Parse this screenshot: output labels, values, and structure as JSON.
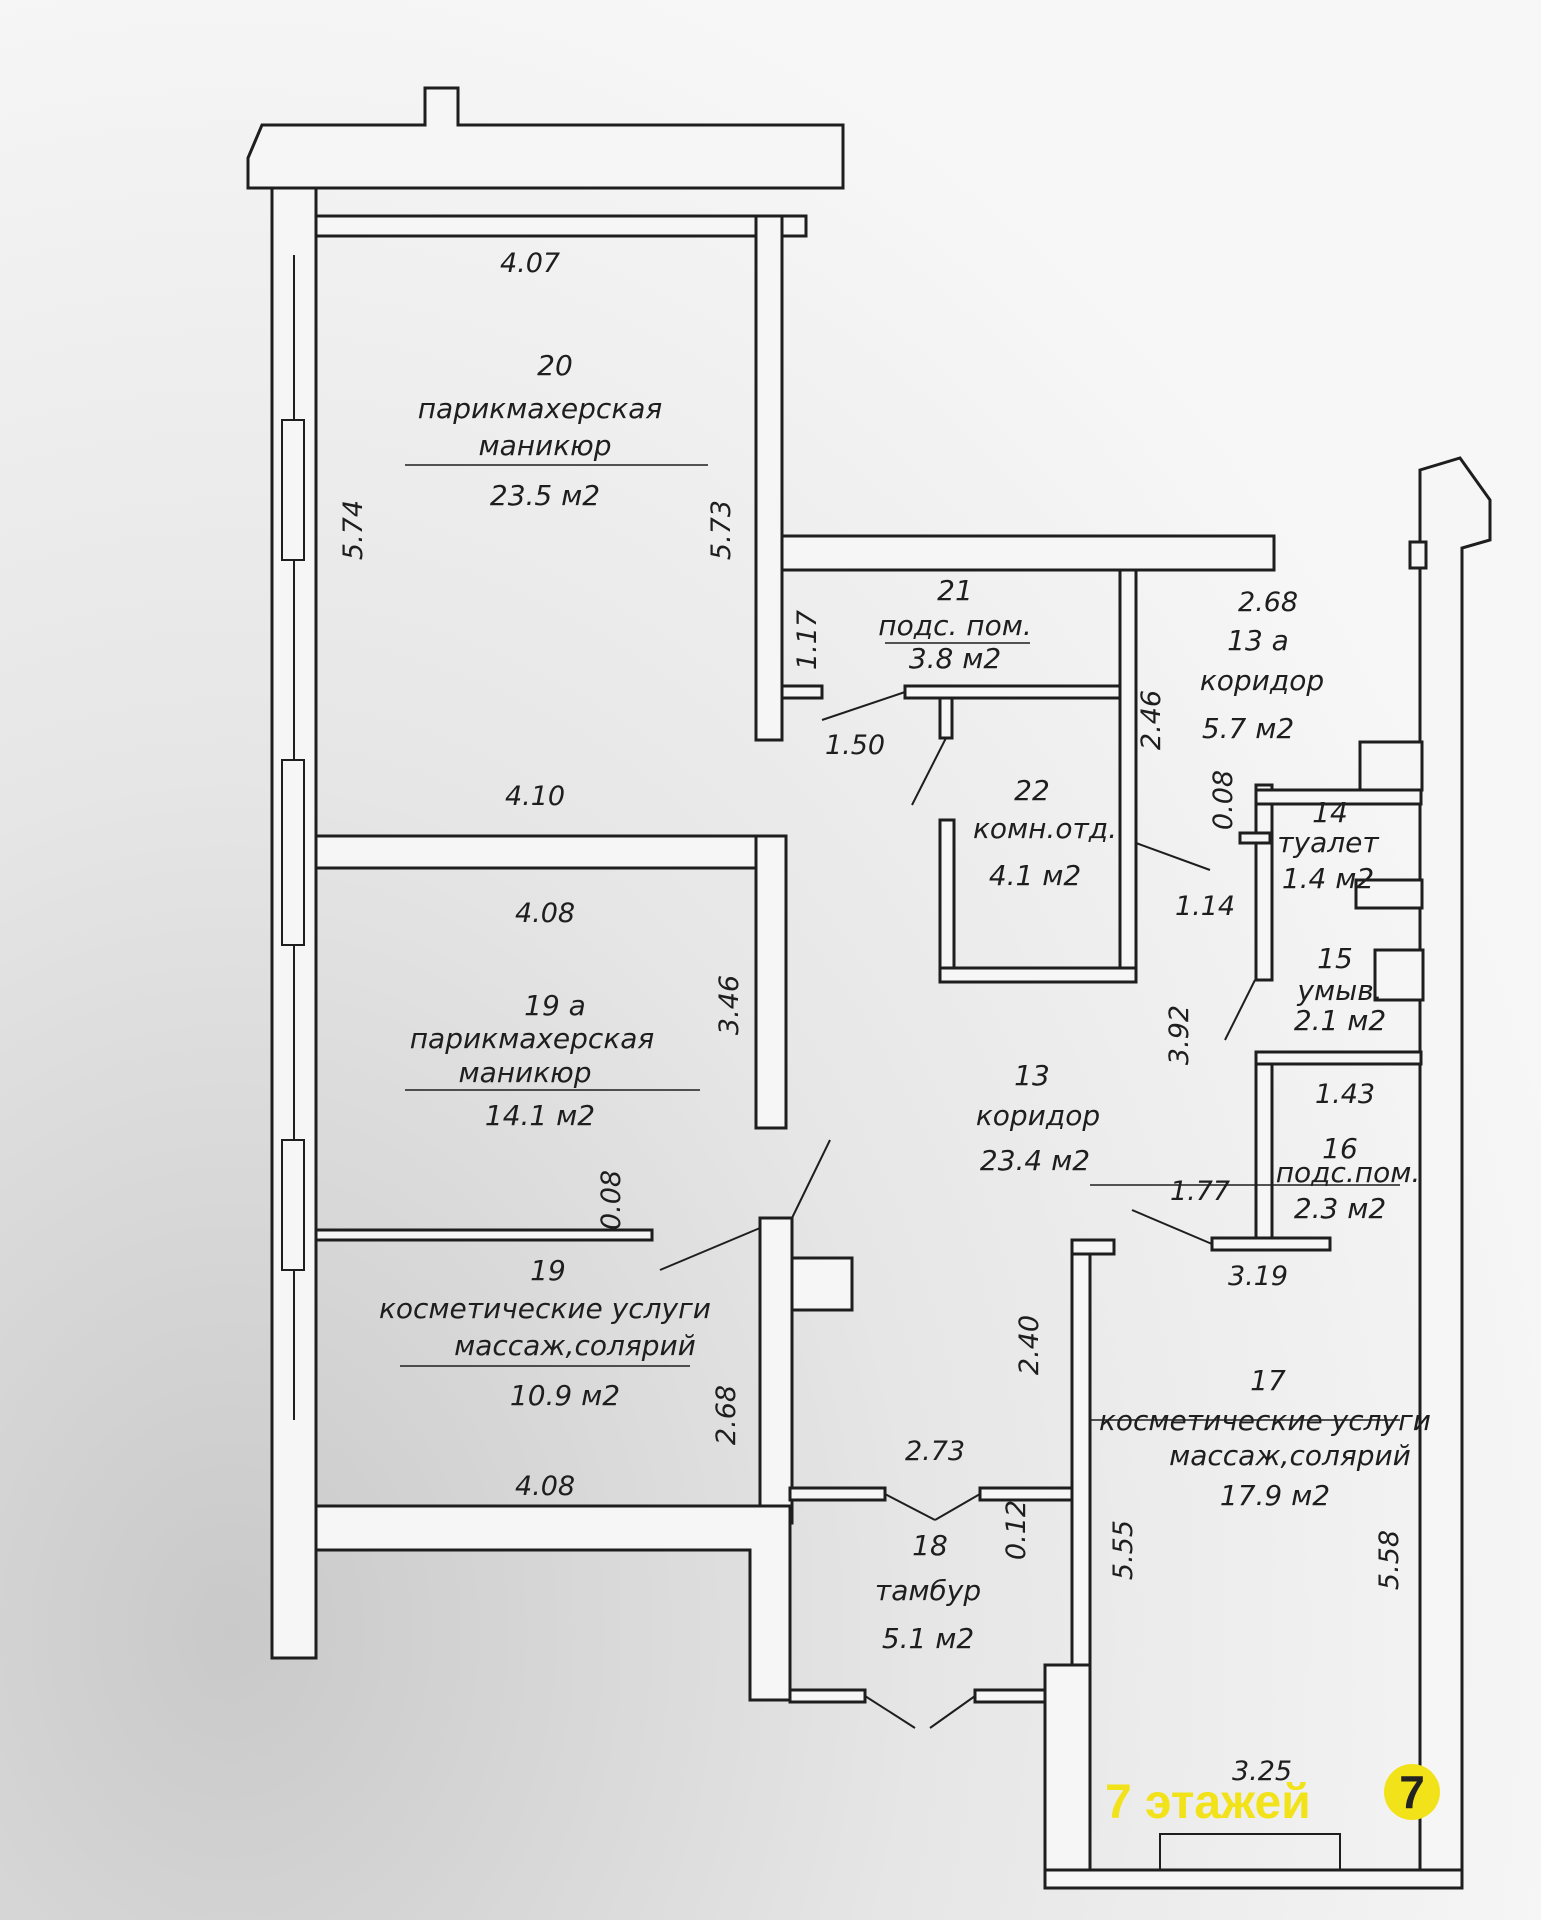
{
  "rooms": {
    "r20": {
      "number": "20",
      "name": "парикмахерская",
      "name2": "маникюр",
      "area": "23.5 м2"
    },
    "r21": {
      "number": "21",
      "name": "подс. пом.",
      "area": "3.8 м2"
    },
    "r13a": {
      "number": "13 а",
      "name": "коридор",
      "area": "5.7 м2"
    },
    "r22": {
      "number": "22",
      "name": "комн.отд.",
      "area": "4.1 м2"
    },
    "r14": {
      "number": "14",
      "name": "туалет",
      "area": "1.4 м2"
    },
    "r15": {
      "number": "15",
      "name": "умыв.",
      "area": "2.1 м2"
    },
    "r19a": {
      "number": "19 а",
      "name": "парикмахерская",
      "name2": "маникюр",
      "area": "14.1 м2"
    },
    "r13": {
      "number": "13",
      "name": "коридор",
      "area": "23.4 м2"
    },
    "r16": {
      "number": "16",
      "name": "подс.пом.",
      "area": "2.3 м2"
    },
    "r19": {
      "number": "19",
      "name": "косметические услуги",
      "name2": "массаж,солярий",
      "area": "10.9 м2"
    },
    "r17": {
      "number": "17",
      "name": "косметические услуги",
      "name2": "массаж,солярий",
      "area": "17.9 м2"
    },
    "r18": {
      "number": "18",
      "name": "тамбур",
      "area": "5.1 м2"
    }
  },
  "dimensions": {
    "d407": "4.07",
    "d574": "5.74",
    "d573": "5.73",
    "d117": "1.17",
    "d150": "1.50",
    "d268top": "2.68",
    "d246": "2.46",
    "d410": "4.10",
    "d008a": "0.08",
    "d408a": "4.08",
    "d114": "1.14",
    "d346": "3.46",
    "d392": "3.92",
    "d143": "1.43",
    "d008b": "0.08",
    "d177": "1.77",
    "d319": "3.19",
    "d240": "2.40",
    "d268": "2.68",
    "d273": "2.73",
    "d012": "0.12",
    "d555": "5.55",
    "d558": "5.58",
    "d408b": "4.08",
    "d325": "3.25"
  },
  "watermark": {
    "text": "7 этажей",
    "logo_number": "7",
    "color": "#f2e21a"
  }
}
